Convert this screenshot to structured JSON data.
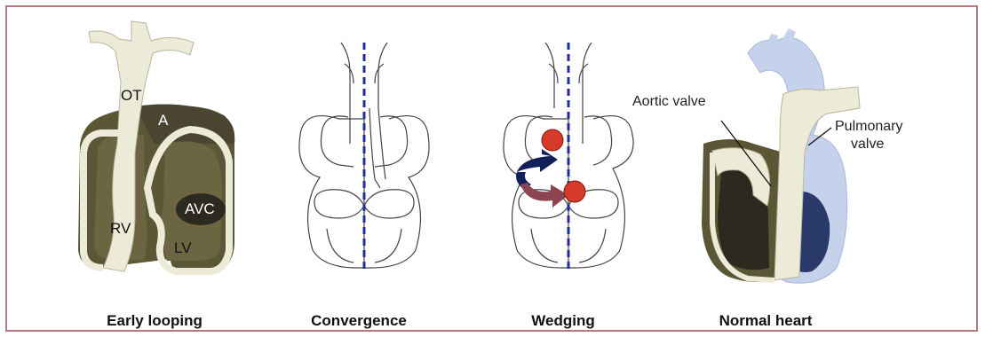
{
  "panels": [
    {
      "id": "early-looping",
      "caption": "Early looping"
    },
    {
      "id": "convergence",
      "caption": "Convergence"
    },
    {
      "id": "wedging",
      "caption": "Wedging"
    },
    {
      "id": "normal-heart",
      "caption": "Normal heart"
    }
  ],
  "labels": {
    "ot": "OT",
    "a": "A",
    "avc": "AVC",
    "rv": "RV",
    "lv": "LV",
    "aortic_valve": "Aortic valve",
    "pulmonary_valve_line1": "Pulmonary",
    "pulmonary_valve_line2": "valve"
  },
  "colors": {
    "frame_border": "#b57a82",
    "tissue_light": "#ecebd8",
    "tissue_dark": "#5b5636",
    "tissue_mid": "#7d7650",
    "midline_blue": "#1f2fa0",
    "red_dot": "#d83a2a",
    "arrow_navy": "#12205a",
    "arrow_maroon": "#8b4450",
    "vessel_blue": "#c6d2ec",
    "chamber_blue": "#2a3a6a"
  }
}
